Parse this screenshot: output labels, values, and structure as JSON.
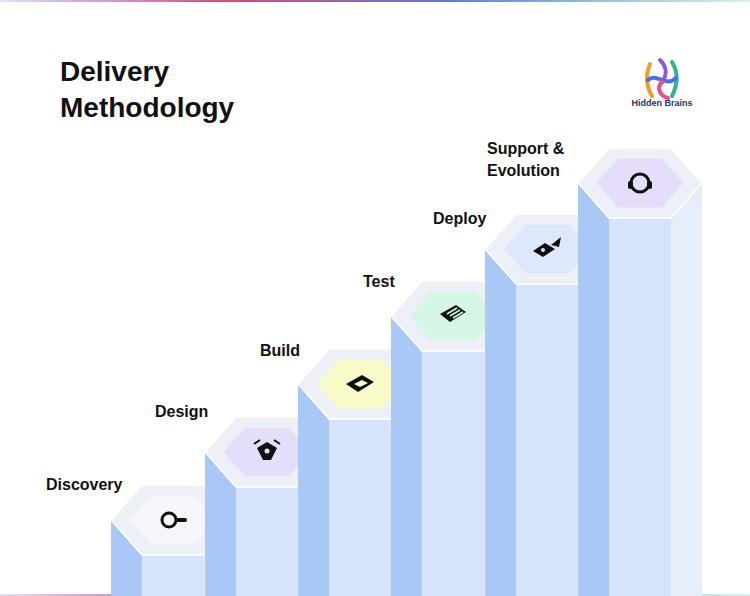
{
  "diagram": {
    "title": "Delivery Methodology",
    "nodes": [
      {
        "text": [
          "Discovery"
        ]
      },
      {
        "text": [
          "Design"
        ]
      },
      {
        "text": [
          "Build"
        ]
      },
      {
        "text": [
          "Test"
        ]
      },
      {
        "text": [
          "Deploy"
        ]
      },
      {
        "text": [
          "Support & Evolution"
        ]
      }
    ],
    "labels": [
      "Hidden Brains"
    ]
  }
}
